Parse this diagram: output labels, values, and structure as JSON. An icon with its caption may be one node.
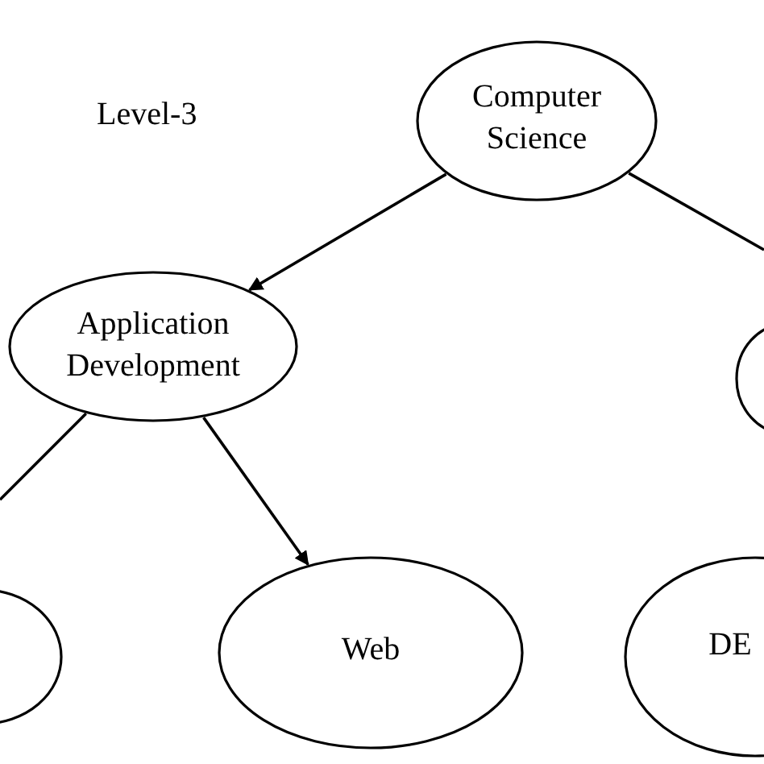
{
  "diagram": {
    "nodes": [
      {
        "text": [
          "Computer Science"
        ]
      },
      {
        "text": [
          "Application Development"
        ]
      },
      {
        "text": [],
        "shape": "circle"
      },
      {
        "text": [],
        "shape": "circle"
      },
      {
        "text": [
          "Web"
        ]
      },
      {
        "text": [
          "DE"
        ]
      }
    ],
    "edges": [
      {
        "from": 0,
        "to": 1,
        "arrow": "to"
      },
      {
        "from": 0,
        "to": null,
        "arrow": "none"
      },
      {
        "from": 1,
        "to": 4,
        "arrow": "to"
      },
      {
        "from": 1,
        "to": null,
        "arrow": "none"
      }
    ],
    "labels": [
      "Level-3"
    ]
  }
}
